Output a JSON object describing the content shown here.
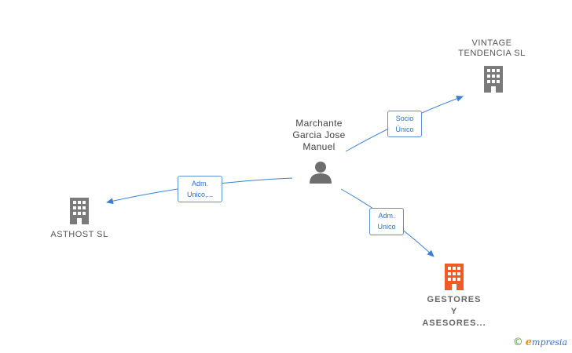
{
  "nodes": {
    "person": {
      "lines": [
        "Marchante",
        "Garcia Jose",
        "Manuel"
      ]
    },
    "vintage": {
      "lines": [
        "VINTAGE",
        "TENDENCIA  SL"
      ]
    },
    "asthost": {
      "lines": [
        "ASTHOST  SL"
      ]
    },
    "gestores": {
      "lines": [
        "GESTORES",
        "Y",
        "ASESORES..."
      ]
    }
  },
  "relations": {
    "vintage": {
      "lines": [
        "Socio",
        "Único"
      ]
    },
    "asthost": {
      "lines": [
        "Adm.",
        "Unico,..."
      ]
    },
    "gestores": {
      "lines": [
        "Adm.",
        "Unico"
      ]
    }
  },
  "brand": {
    "copyright": "©",
    "e": "e",
    "rest": "mpresia"
  },
  "colors": {
    "edge": "#3a7fd5",
    "building": "#7a7a7a",
    "building_active": "#f05a28",
    "person": "#6e6e6e"
  }
}
